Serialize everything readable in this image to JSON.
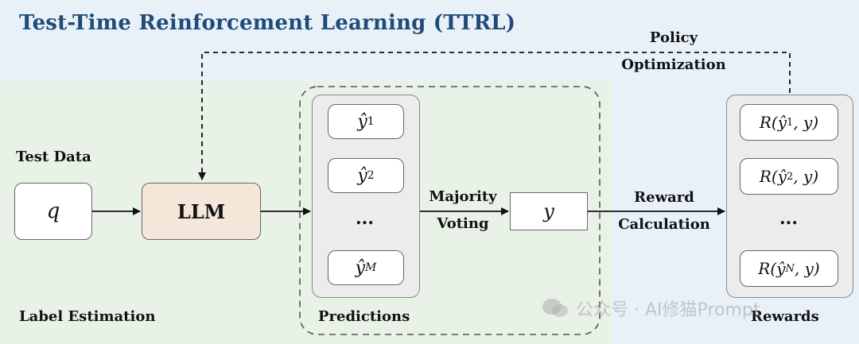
{
  "title": "Test-Time Reinforcement Learning (TTRL)",
  "labels": {
    "policy_line1": "Policy",
    "policy_line2": "Optimization",
    "test_data": "Test Data",
    "label_estimation": "Label Estimation",
    "predictions": "Predictions",
    "rewards": "Rewards",
    "majority_line1": "Majority",
    "majority_line2": "Voting",
    "reward_line1": "Reward",
    "reward_line2": "Calculation"
  },
  "nodes": {
    "input": "q",
    "llm": "LLM",
    "label": "y"
  },
  "predictions": {
    "items": [
      {
        "base": "ŷ",
        "sub": "1"
      },
      {
        "base": "ŷ",
        "sub": "2"
      },
      {
        "base": "ŷ",
        "sub": "M"
      }
    ],
    "ellipsis": "..."
  },
  "rewards": {
    "items": [
      {
        "prefix": "R(",
        "base": "ŷ",
        "sub": "1",
        "suffix": ", y)"
      },
      {
        "prefix": "R(",
        "base": "ŷ",
        "sub": "2",
        "suffix": ", y)"
      },
      {
        "prefix": "R(",
        "base": "ŷ",
        "sub": "N",
        "suffix": ", y)"
      }
    ],
    "ellipsis": "..."
  },
  "watermark": "公众号 · AI修猫Prompt",
  "colors": {
    "title": "#1f4a7a",
    "llm_fill": "#f4e6d8",
    "green_region": "#e8f2e6",
    "blue_region": "#e9f1f8"
  }
}
